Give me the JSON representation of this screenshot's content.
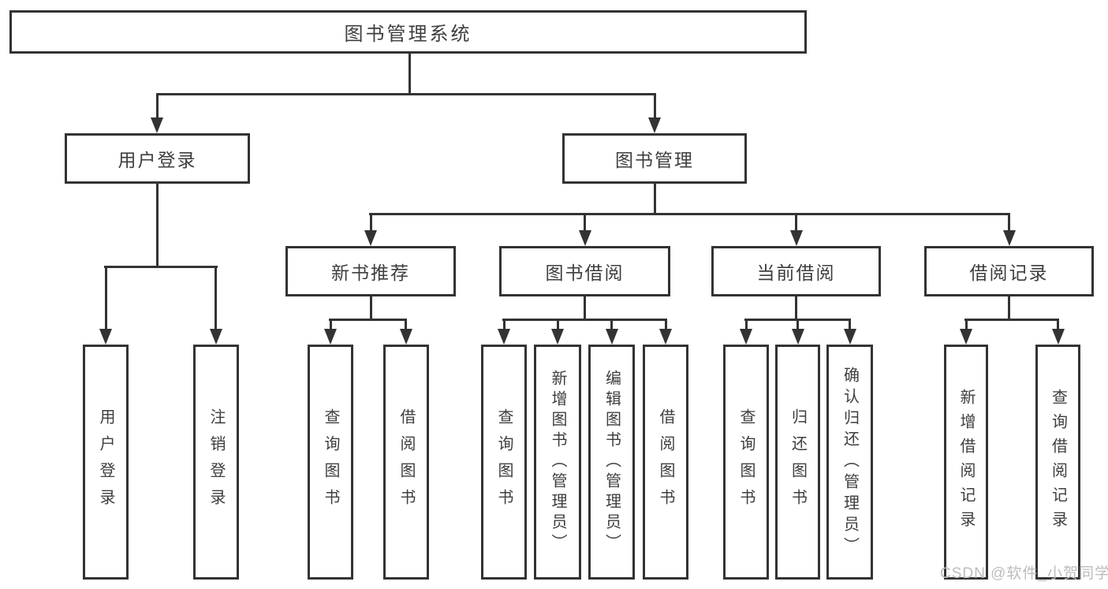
{
  "diagram": {
    "nodes": {
      "root": {
        "label": "图书管理系统"
      },
      "user_login": {
        "label": "用户登录"
      },
      "book_management": {
        "label": "图书管理"
      },
      "new_book_recommend": {
        "label": "新书推荐"
      },
      "book_borrow": {
        "label": "图书借阅"
      },
      "current_borrow": {
        "label": "当前借阅"
      },
      "borrow_records": {
        "label": "借阅记录"
      },
      "leaf_user_login": {
        "label": "用户登录"
      },
      "leaf_logout": {
        "label": "注销登录"
      },
      "leaf_query_books_rec": {
        "label": "查询图书"
      },
      "leaf_borrow_books_rec": {
        "label": "借阅图书"
      },
      "leaf_query_books_bor": {
        "label": "查询图书"
      },
      "leaf_add_book_admin": {
        "label": "新增图书（管理员）"
      },
      "leaf_edit_book_admin": {
        "label": "编辑图书（管理员）"
      },
      "leaf_borrow_books_bor": {
        "label": "借阅图书"
      },
      "leaf_query_books_cur": {
        "label": "查询图书"
      },
      "leaf_return_books": {
        "label": "归还图书"
      },
      "leaf_confirm_return_admin": {
        "label": "确认归还（管理员）"
      },
      "leaf_add_borrow_record": {
        "label": "新增借阅记录"
      },
      "leaf_query_borrow_record": {
        "label": "查询借阅记录"
      }
    },
    "hierarchy": {
      "图书管理系统": {
        "用户登录": [
          "用户登录",
          "注销登录"
        ],
        "图书管理": {
          "新书推荐": [
            "查询图书",
            "借阅图书"
          ],
          "图书借阅": [
            "查询图书",
            "新增图书（管理员）",
            "编辑图书（管理员）",
            "借阅图书"
          ],
          "当前借阅": [
            "查询图书",
            "归还图书",
            "确认归还（管理员）"
          ],
          "借阅记录": [
            "新增借阅记录",
            "查询借阅记录"
          ]
        }
      }
    },
    "colors": {
      "line": "#333333",
      "text": "#3e3e3e",
      "box_background": "#ffffff",
      "page_background": "#ffffff",
      "watermark": "#bcbcbc"
    }
  },
  "watermark": {
    "text": "CSDN @软件_小贺同学"
  }
}
